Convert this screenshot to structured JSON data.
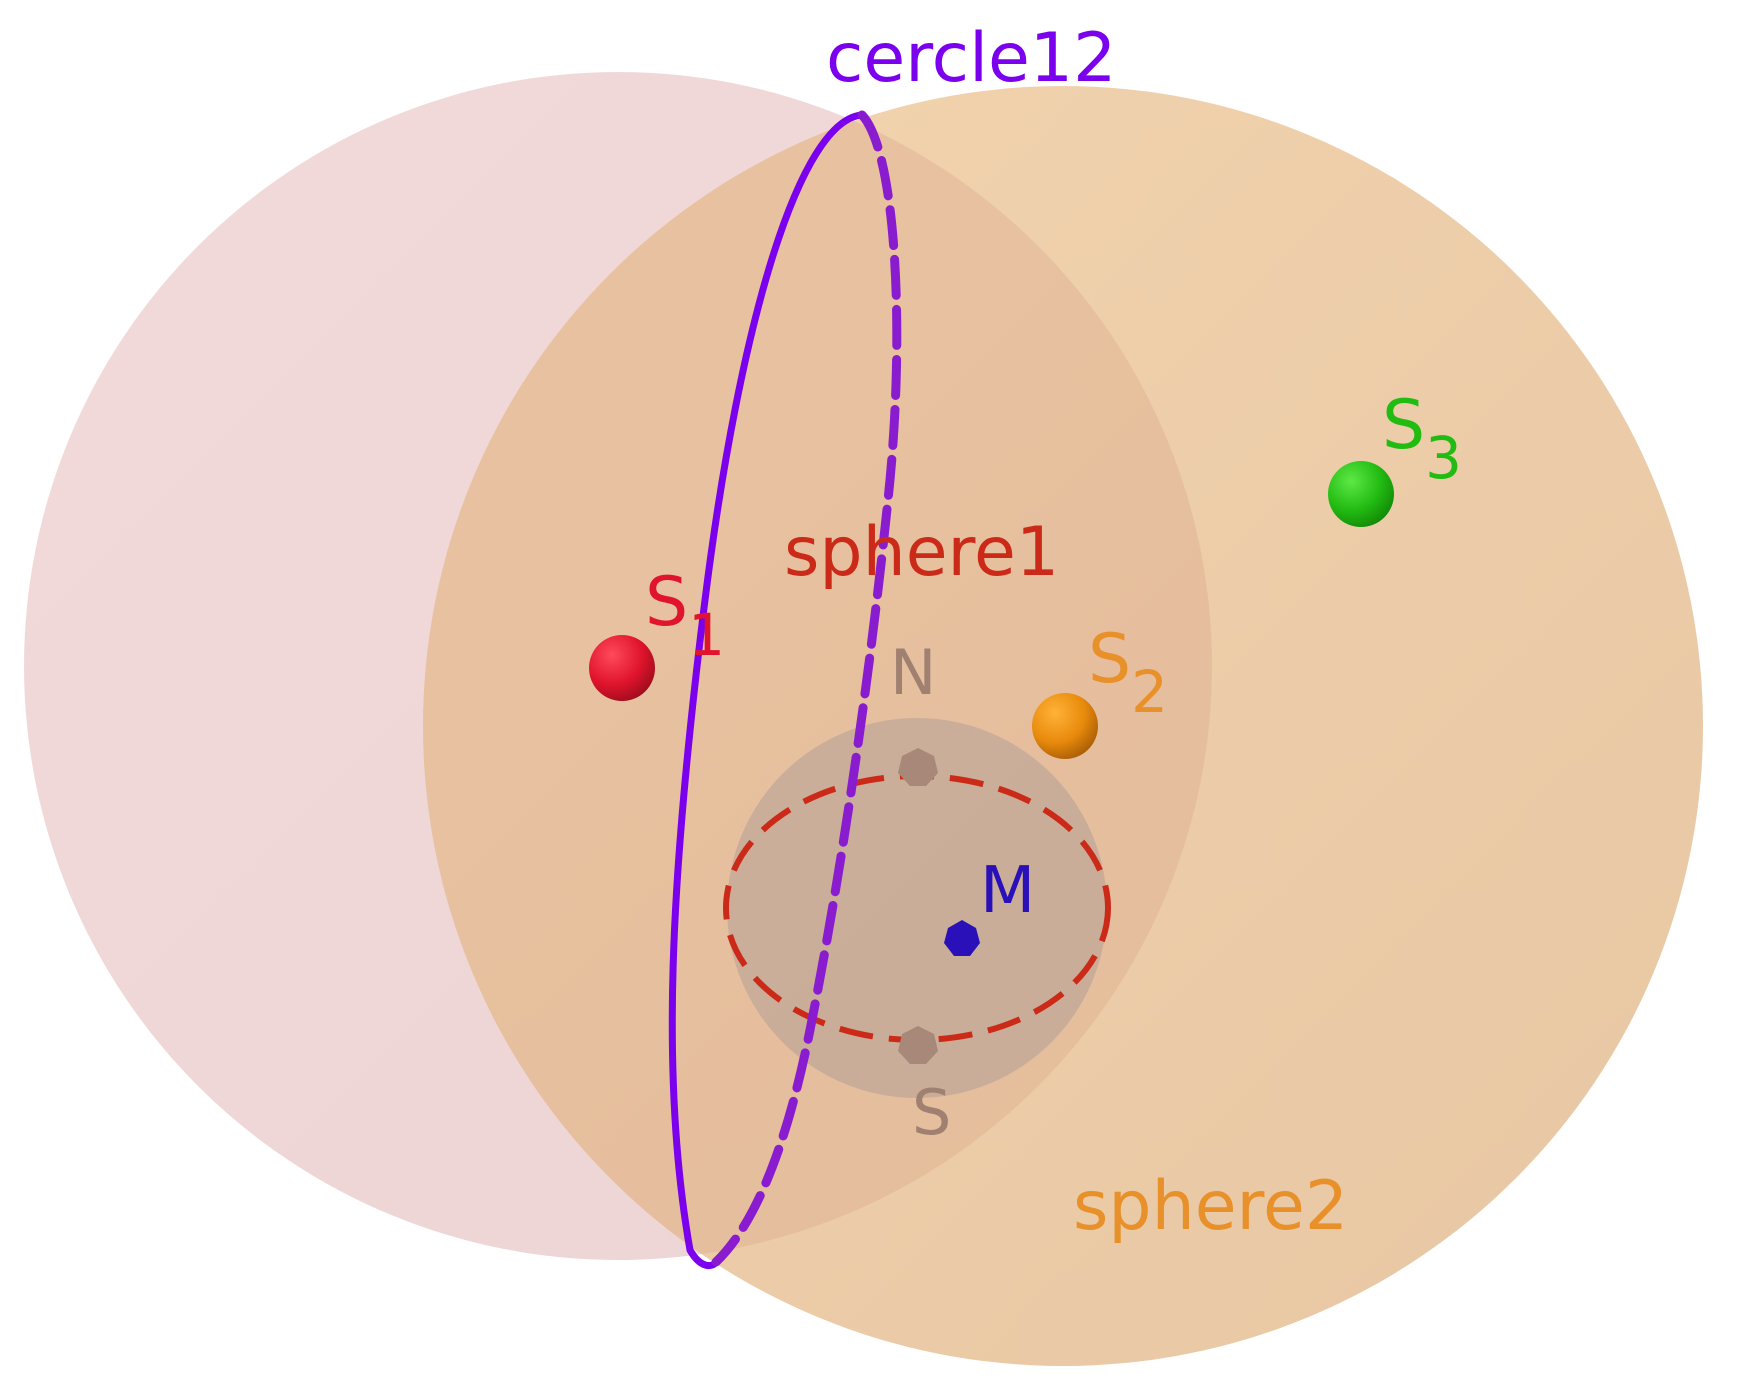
{
  "colors": {
    "sphere1": "#e8b8b8",
    "sphere2": "#e8b882",
    "small_sphere": "#a89a94",
    "cercle12": "#7a00ee",
    "circle_dashed": "#cc2a18",
    "point_S1": "#e0142c",
    "point_S2": "#e88a0c",
    "point_S3": "#22bb12",
    "point_M": "#2a10b8",
    "point_NS": "#a88878",
    "label_sphere1": "#cc2a18",
    "label_sphere2": "#e8902a",
    "label_NS": "#a08070"
  },
  "labels": {
    "cercle12": "cercle12",
    "sphere1": "sphere1",
    "sphere2": "sphere2",
    "S1": {
      "base": "S",
      "sub": "1"
    },
    "S2": {
      "base": "S",
      "sub": "2"
    },
    "S3": {
      "base": "S",
      "sub": "3"
    },
    "N": "N",
    "S": "S",
    "M": "M"
  }
}
